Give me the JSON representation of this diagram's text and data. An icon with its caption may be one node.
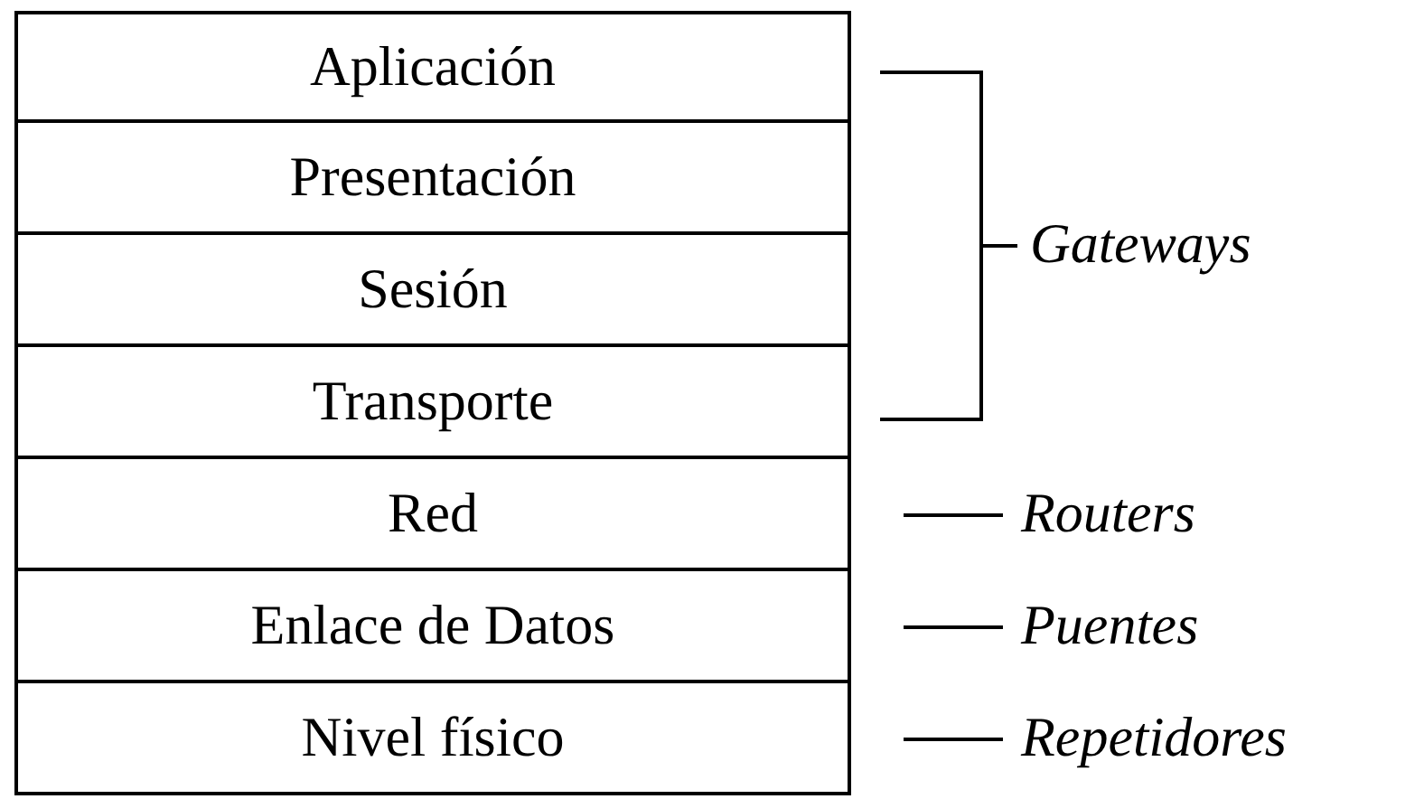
{
  "diagram": {
    "nodes": [
      {
        "text": [
          "Aplicación"
        ]
      },
      {
        "text": [
          "Presentación"
        ]
      },
      {
        "text": [
          "Sesión"
        ]
      },
      {
        "text": [
          "Transporte"
        ]
      },
      {
        "text": [
          "Red"
        ]
      },
      {
        "text": [
          "Enlace de Datos"
        ]
      },
      {
        "text": [
          "Nivel físico"
        ]
      }
    ],
    "labels": [
      "Gateways",
      "Routers",
      "Puentes",
      "Repetidores"
    ]
  }
}
